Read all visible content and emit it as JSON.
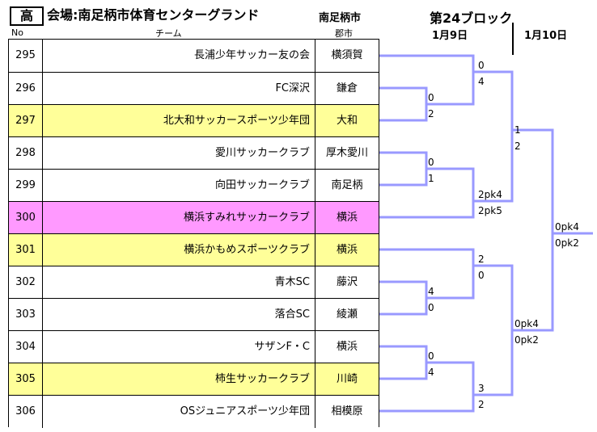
{
  "header": {
    "badge": "高",
    "venue": "会場:南足柄市体育センターグランド",
    "city": "南足柄市",
    "block": "第24ブロック",
    "date1": "1月9日",
    "date2": "1月10日"
  },
  "columns": {
    "no": "No",
    "team": "チーム",
    "city": "郡市"
  },
  "colors": {
    "line": "#9999ff",
    "yellow": "#ffff99",
    "pink": "#ff99ff",
    "white": "#ffffff"
  },
  "rows": [
    {
      "no": "295",
      "team": "長浦少年サッカー友の会",
      "city": "横須賀",
      "color": "white"
    },
    {
      "no": "296",
      "team": "FC深沢",
      "city": "鎌倉",
      "color": "white"
    },
    {
      "no": "297",
      "team": "北大和サッカースポーツ少年団",
      "city": "大和",
      "color": "yellow"
    },
    {
      "no": "298",
      "team": "愛川サッカークラブ",
      "city": "厚木愛川",
      "color": "white"
    },
    {
      "no": "299",
      "team": "向田サッカークラブ",
      "city": "南足柄",
      "color": "white"
    },
    {
      "no": "300",
      "team": "横浜すみれサッカークラブ",
      "city": "横浜",
      "color": "pink"
    },
    {
      "no": "301",
      "team": "横浜かもめスポーツクラブ",
      "city": "横浜",
      "color": "yellow"
    },
    {
      "no": "302",
      "team": "青木SC",
      "city": "藤沢",
      "color": "white"
    },
    {
      "no": "303",
      "team": "落合SC",
      "city": "綾瀬",
      "color": "white"
    },
    {
      "no": "304",
      "team": "サザンF・C",
      "city": "横浜",
      "color": "white"
    },
    {
      "no": "305",
      "team": "柿生サッカークラブ",
      "city": "川崎",
      "color": "yellow"
    },
    {
      "no": "306",
      "team": "OSジュニアスポーツ少年団",
      "city": "相模原",
      "color": "white"
    }
  ],
  "scores": {
    "m296_297_top": "0",
    "m296_297_bot": "2",
    "m295_top": "0",
    "m295_bot": "4",
    "m298_299_top": "0",
    "m298_299_bot": "1",
    "m300_top": "2pk4",
    "m300_bot": "2pk5",
    "sf1_top": "1",
    "sf1_bot": "2",
    "m302_303_top": "4",
    "m302_303_bot": "0",
    "m301_top": "2",
    "m301_bot": "0",
    "m304_305_top": "0",
    "m304_305_bot": "4",
    "m306_top": "3",
    "m306_bot": "2",
    "sf2_top": "0pk4",
    "sf2_bot": "0pk2",
    "final_top": "0pk4",
    "final_bot": "0pk2"
  }
}
